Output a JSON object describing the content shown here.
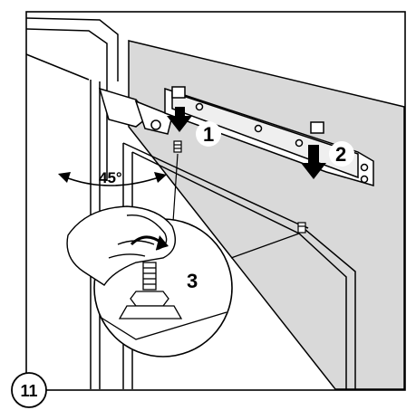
{
  "figure": {
    "number": "11",
    "angle_label": "45°",
    "callouts": {
      "step1": "1",
      "step2": "2",
      "step3": "3"
    },
    "colors": {
      "line": "#000000",
      "panel_gray": "#d9d9d9",
      "background": "#ffffff"
    }
  }
}
